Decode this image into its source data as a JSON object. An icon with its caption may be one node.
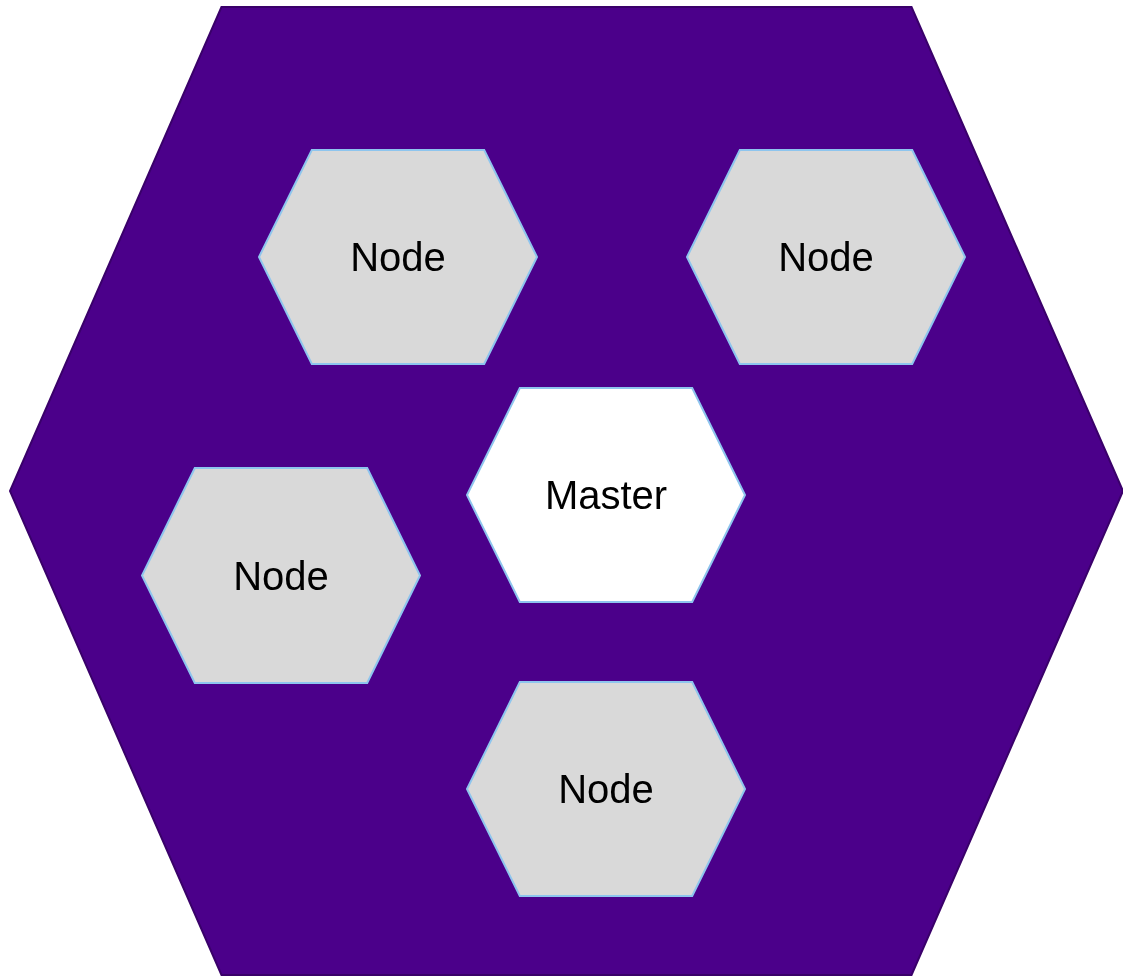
{
  "diagram": {
    "nodes": [
      {
        "text": [],
        "shape": "hexagon"
      },
      {
        "text": [
          "Node"
        ],
        "in": 0
      },
      {
        "text": [
          "Node"
        ],
        "in": 0
      },
      {
        "text": [
          "Master"
        ],
        "in": 0
      },
      {
        "text": [
          "Node"
        ],
        "in": 0
      },
      {
        "text": [
          "Node"
        ],
        "in": 0
      }
    ]
  }
}
